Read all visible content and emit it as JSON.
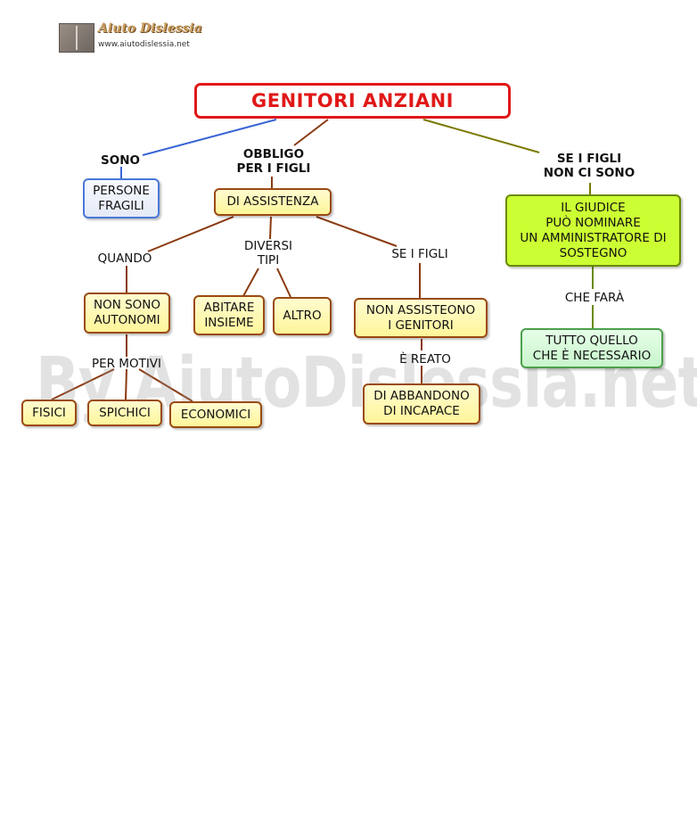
{
  "logo": {
    "title": "Aiuto Dislessia",
    "url": "www.aiutodislessia.net"
  },
  "watermark": "By AiutoDislessia.net",
  "colors": {
    "title_border": "#e01818",
    "yellow_fill": "#fff59a",
    "yellow_border": "#9a4a12",
    "blue_border": "#4a78d8",
    "lime_fill": "#ccff33",
    "green_border": "#4ca04c"
  },
  "nodes": {
    "title": "GENITORI ANZIANI",
    "persone_fragili": "PERSONE\nFRAGILI",
    "di_assistenza": "DI ASSISTENZA",
    "non_sono_autonomi": "NON SONO\nAUTONOMI",
    "abitare_insieme": "ABITARE\nINSIEME",
    "altro": "ALTRO",
    "non_assisteono": "NON ASSISTEONO\nI GENITORI",
    "fisici": "FISICI",
    "spichici": "SPICHICI",
    "economici": "ECONOMICI",
    "di_abbandono": "DI ABBANDONO\nDI INCAPACE",
    "il_giudice": "IL GIUDICE\nPUÒ NOMINARE\nUN AMMINISTRATORE DI\nSOSTEGNO",
    "tutto_quello": "TUTTO QUELLO\nCHE È NECESSARIO"
  },
  "labels": {
    "sono": "SONO",
    "obbligo": "OBBLIGO\nPER I FIGLI",
    "se_non_ci_sono": "SE I FIGLI\nNON CI SONO",
    "quando": "QUANDO",
    "diversi_tipi": "DIVERSI\nTIPI",
    "se_i_figli": "SE I FIGLI",
    "per_motivi": "PER MOTIVI",
    "e_reato": "È REATO",
    "che_fara": "CHE FARÀ"
  }
}
